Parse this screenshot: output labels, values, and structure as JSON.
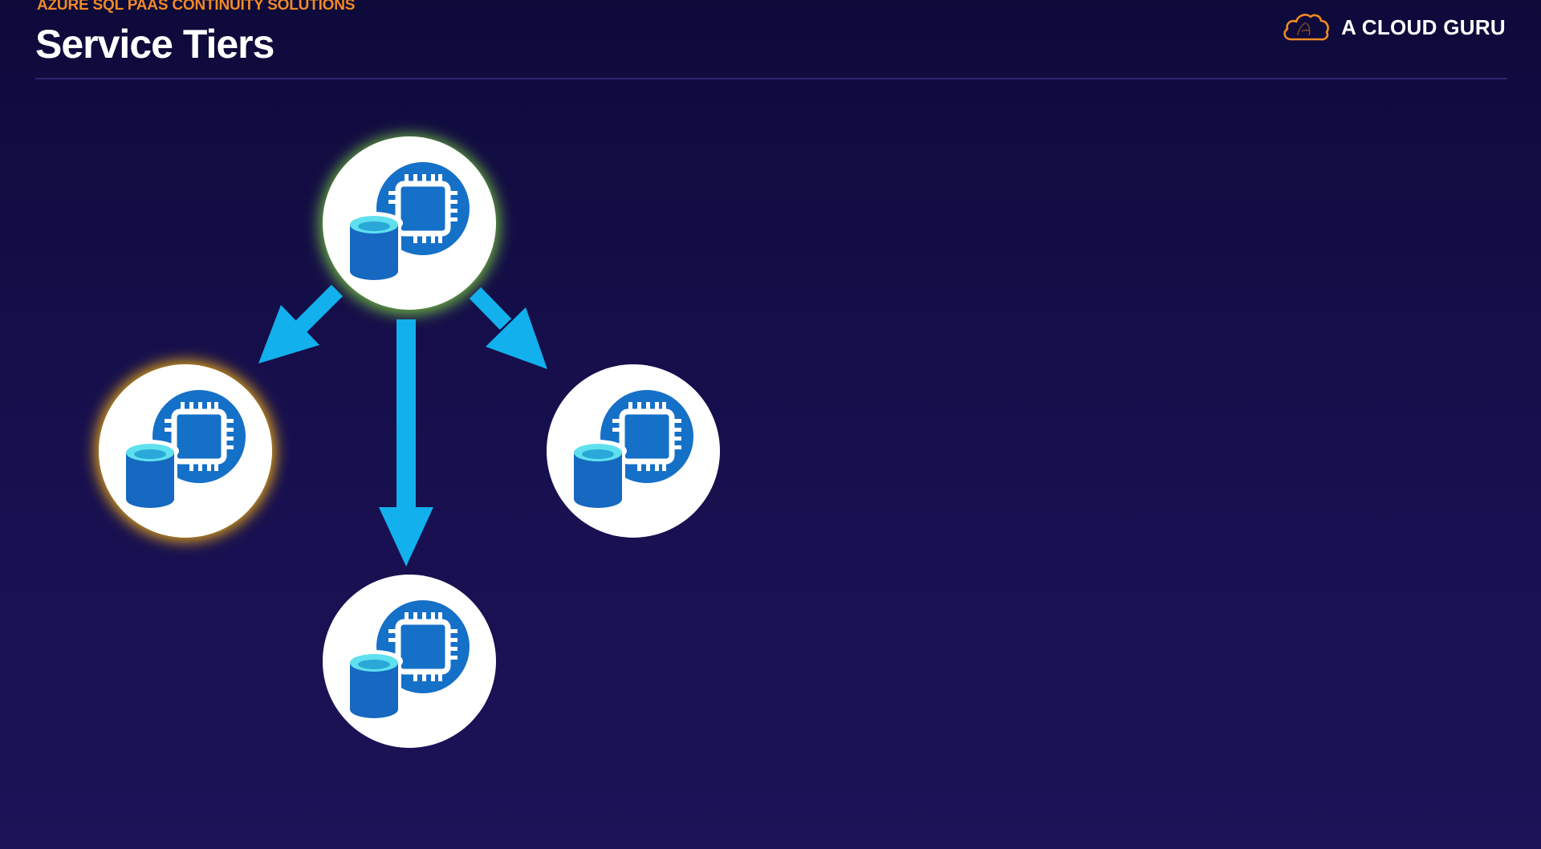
{
  "header": {
    "subtitle": "AZURE SQL PAAS CONTINUITY SOLUTIONS",
    "title": "Service Tiers"
  },
  "brand": {
    "name": "A CLOUD GURU",
    "logo_icon": "cloud-logo-icon",
    "logo_color": "#f08a24"
  },
  "colors": {
    "arrow": "#12b0ec",
    "glow_top": "#6db33f",
    "glow_left": "#e5a813",
    "node_icon_blue": "#1570c8",
    "node_icon_light": "#5fe0ef"
  },
  "diagram": {
    "nodes": [
      {
        "id": "top",
        "icon": "azure-sql-server-icon",
        "highlight": "green"
      },
      {
        "id": "left",
        "icon": "azure-sql-server-icon",
        "highlight": "gold"
      },
      {
        "id": "right",
        "icon": "azure-sql-server-icon",
        "highlight": "none"
      },
      {
        "id": "bottom",
        "icon": "azure-sql-server-icon",
        "highlight": "none"
      }
    ],
    "edges": [
      {
        "from": "top",
        "to": "left"
      },
      {
        "from": "top",
        "to": "bottom"
      },
      {
        "from": "top",
        "to": "right"
      }
    ]
  }
}
